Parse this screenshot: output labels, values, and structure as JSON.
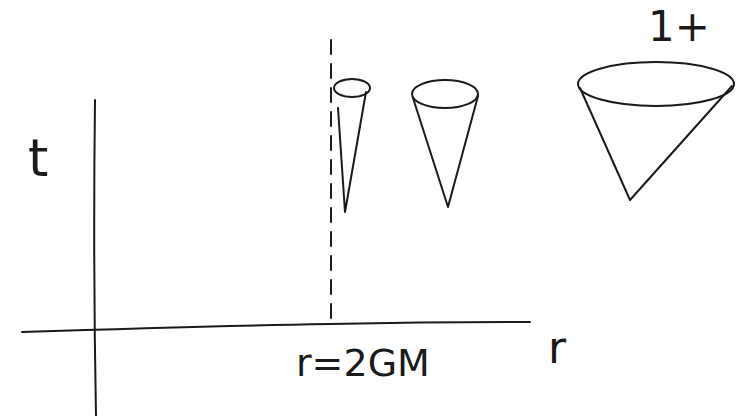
{
  "diagram": {
    "labels": [
      "t",
      "r=2GM",
      "r",
      "1+"
    ]
  }
}
